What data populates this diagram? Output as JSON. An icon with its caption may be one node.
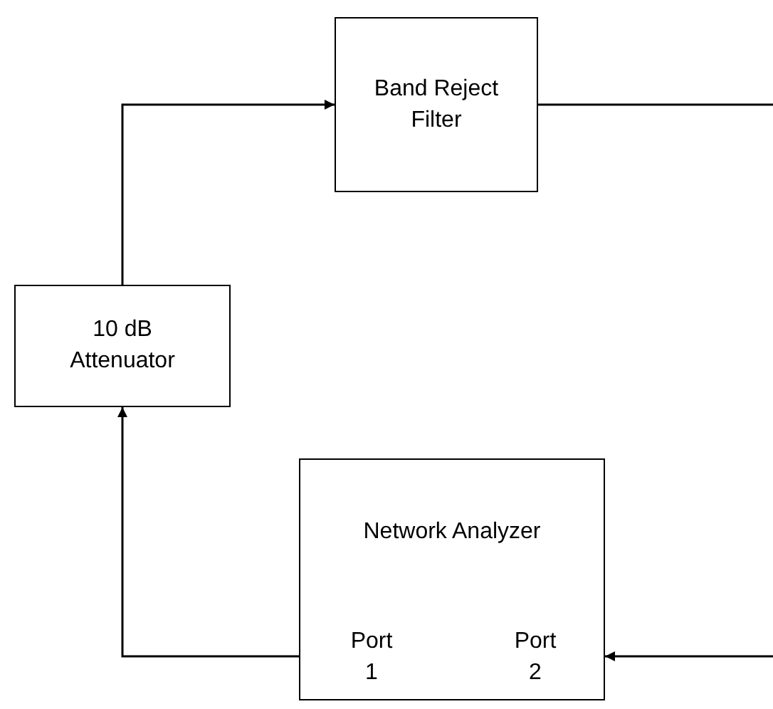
{
  "diagram": {
    "nodes": [
      {
        "text": [
          "Band Reject Filter"
        ]
      },
      {
        "text": [
          "10 dB Attenuator"
        ]
      },
      {
        "text": [
          "Network Analyzer"
        ]
      },
      {
        "text": [
          "Port 1"
        ],
        "in": 2
      },
      {
        "text": [
          "Port 2"
        ],
        "in": 2
      }
    ],
    "edges": [
      {
        "from": 1,
        "to": 0,
        "arrow": "to"
      },
      {
        "from": 0,
        "to": null,
        "arrow": "none"
      },
      {
        "from": null,
        "to": 4,
        "arrow": "to"
      },
      {
        "from": 3,
        "to": 1,
        "arrow": "to"
      }
    ]
  }
}
